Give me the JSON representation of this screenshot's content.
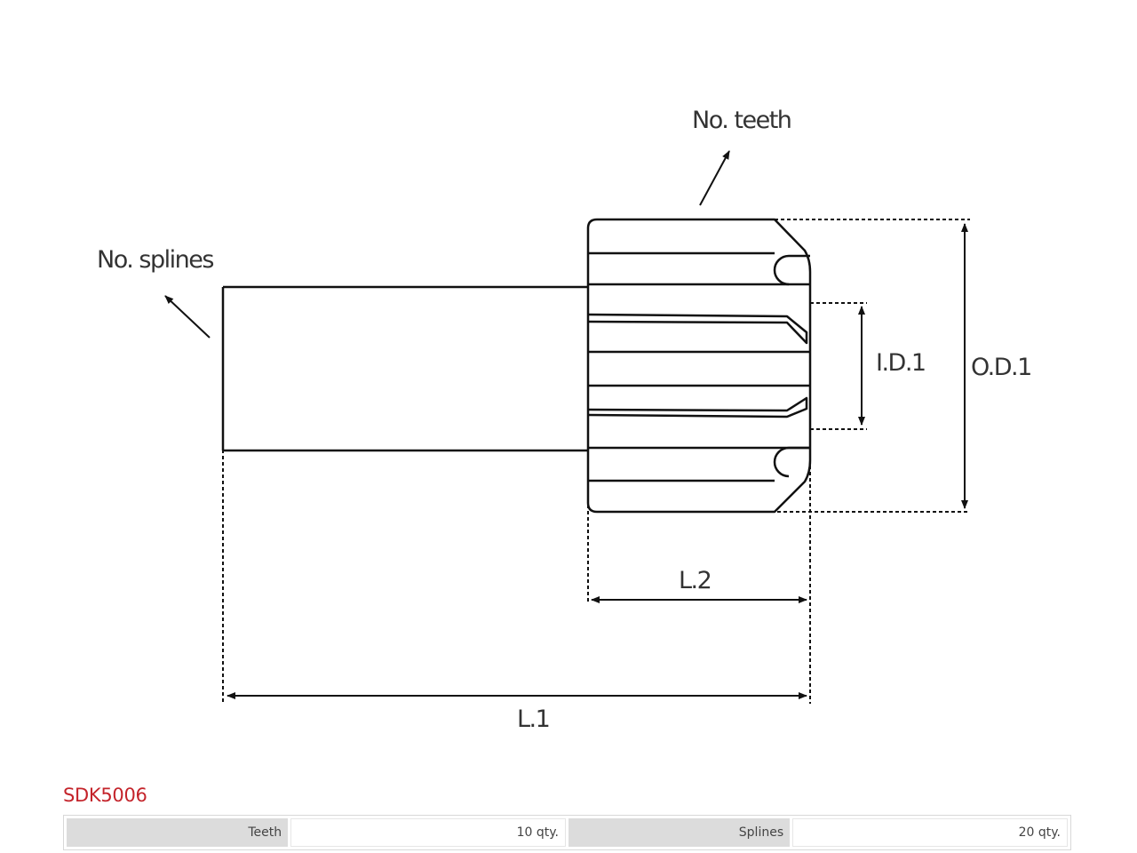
{
  "diagram": {
    "labels": {
      "no_teeth": "No. teeth",
      "no_splines": "No. splines",
      "inner_diameter": "I.D.1",
      "outer_diameter": "O.D.1",
      "length_2": "L.2",
      "length_1": "L.1"
    },
    "line_color": "#111111"
  },
  "product": {
    "code": "SDK5006",
    "code_color": "#c4242b"
  },
  "specs": [
    {
      "label": "Teeth",
      "value": "10 qty."
    },
    {
      "label": "Splines",
      "value": "20 qty."
    }
  ]
}
